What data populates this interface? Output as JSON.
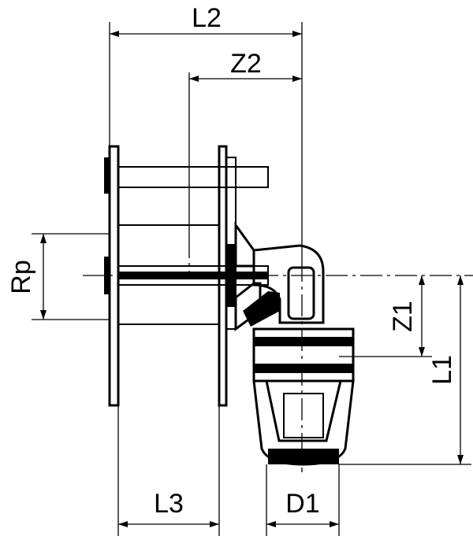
{
  "diagram": {
    "labels": {
      "l2": "L2",
      "z2": "Z2",
      "rp": "Rp",
      "z1": "Z1",
      "l1": "L1",
      "l3": "L3",
      "d1": "D1"
    }
  }
}
